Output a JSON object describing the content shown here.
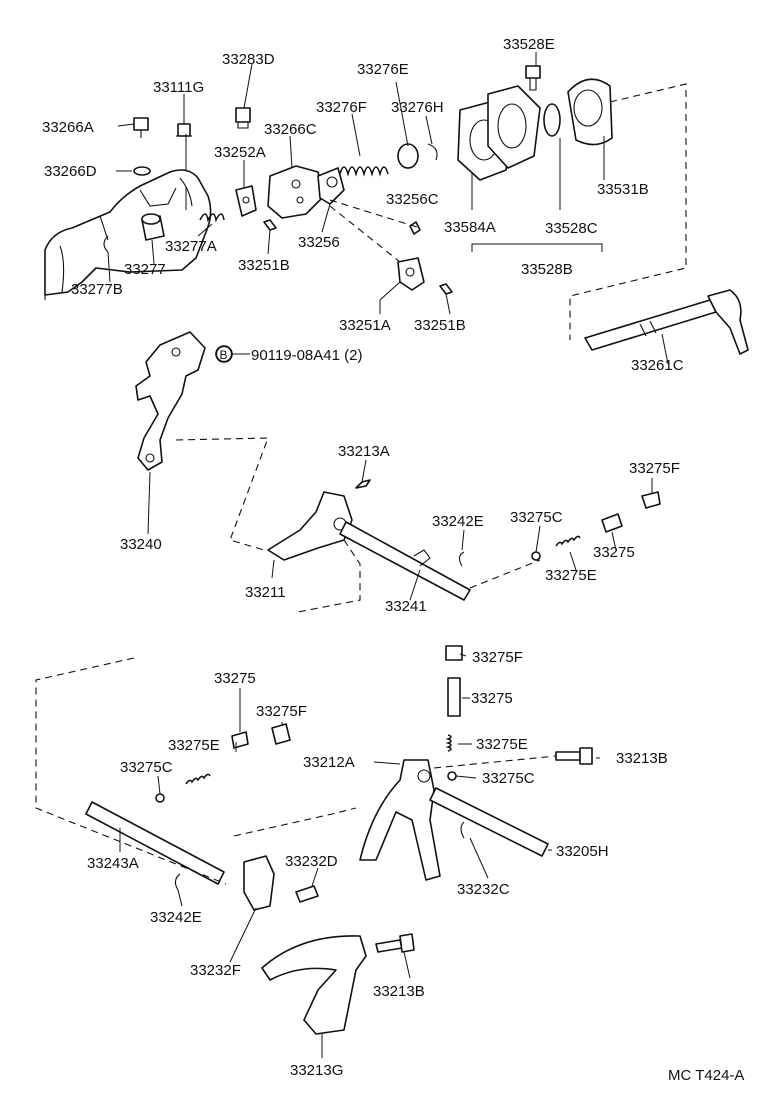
{
  "figure_code": "MC T424-A",
  "bolt_marker": "B",
  "labels": {
    "p33528E": "33528E",
    "p33283D": "33283D",
    "p33276E": "33276E",
    "p33111G": "33111G",
    "p33276F": "33276F",
    "p33276H": "33276H",
    "p33266A": "33266A",
    "p33266C": "33266C",
    "p33252A": "33252A",
    "p33266D": "33266D",
    "p33256C": "33256C",
    "p33531B": "33531B",
    "p33584A": "33584A",
    "p33528C": "33528C",
    "p33277A": "33277A",
    "p33256": "33256",
    "p33277": "33277",
    "p33251B_top": "33251B",
    "p33528B": "33528B",
    "p33277B": "33277B",
    "p33251A": "33251A",
    "p33251B_right": "33251B",
    "p33261C": "33261C",
    "p90119": "90119-08A41 (2)",
    "p33213A": "33213A",
    "p33275F_upper": "33275F",
    "p33242E_upper": "33242E",
    "p33275C_upper": "33275C",
    "p33240": "33240",
    "p33275_upper": "33275",
    "p33275E_upper": "33275E",
    "p33211": "33211",
    "p33241": "33241",
    "p33275F_right": "33275F",
    "p33275_left": "33275",
    "p33275_right": "33275",
    "p33275F_left": "33275F",
    "p33275E_left": "33275E",
    "p33212A": "33212A",
    "p33275E_right": "33275E",
    "p33213B_upper": "33213B",
    "p33275C_left": "33275C",
    "p33275C_right": "33275C",
    "p33243A": "33243A",
    "p33205H": "33205H",
    "p33232D": "33232D",
    "p33242E_lower": "33242E",
    "p33232C": "33232C",
    "p33232F": "33232F",
    "p33213B_lower": "33213B",
    "p33213G": "33213G"
  }
}
